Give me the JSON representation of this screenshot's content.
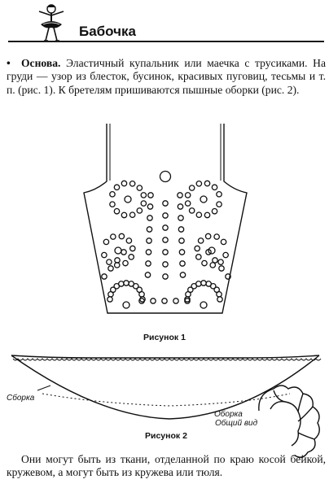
{
  "header": {
    "title": "Бабочка"
  },
  "intro": {
    "bullet": "•",
    "lead": "Основа.",
    "text": " Эластичный купальник или маечка с трусиками. На груди — узор из блесток, бусинок, красивых пуговиц, тесьмы и т. п. (рис. 1). К бретелям пришиваются пышные оборки (рис. 2)."
  },
  "figure1": {
    "caption": "Рисунок 1"
  },
  "figure2": {
    "caption": "Рисунок 2",
    "label_gather": "Сборка",
    "label_ruffle": "Оборка",
    "label_view": "Общий вид"
  },
  "closing": {
    "text": "Они могут быть из ткани, отделанной по краю косой бейкой, кружевом, а могут быть из кружева или тюля."
  },
  "icons": [
    "dancer-icon"
  ]
}
